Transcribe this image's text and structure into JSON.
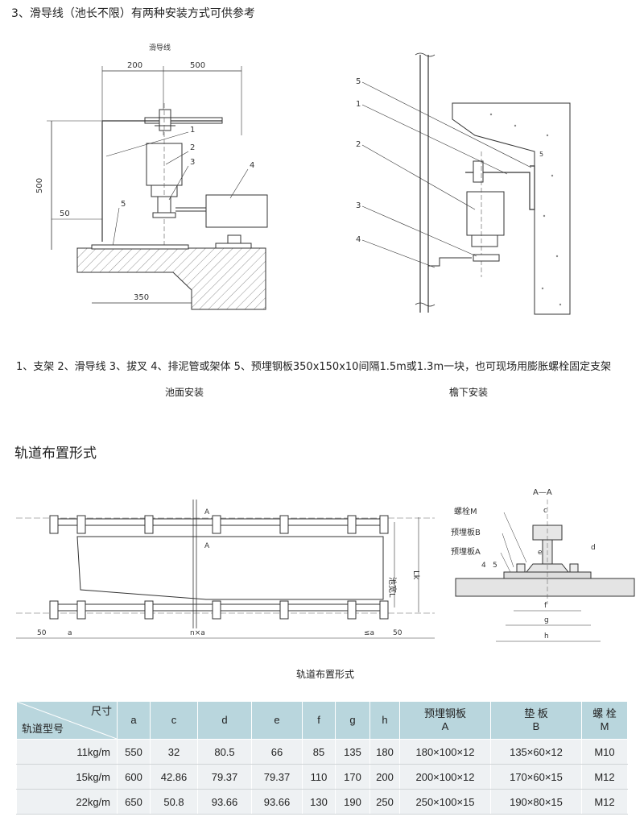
{
  "header": {
    "title": "3、滑导线（池长不限）有两种安装方式可供参考"
  },
  "fig_pool": {
    "top_label": "滑导线",
    "dims": {
      "d200": "200",
      "d500": "500",
      "v500": "500",
      "d50": "50",
      "d350": "350"
    },
    "callouts": [
      "1",
      "2",
      "3",
      "4",
      "5"
    ]
  },
  "fig_eave": {
    "callouts": [
      "5",
      "1",
      "2",
      "3",
      "4"
    ],
    "small5": "5"
  },
  "legend": {
    "text": "1、支架 2、滑导线 3、拔叉 4、排泥管或架体 5、预埋钢板350x150x10间隔1.5m或1.3m一块，也可现场用膨胀螺栓固定支架"
  },
  "captions": {
    "pool": "池面安装",
    "eave": "檐下安装"
  },
  "section": {
    "title": "轨道布置形式"
  },
  "track": {
    "label_aa_top": "A",
    "label_aa_bottom": "A",
    "pool_width": "池宽L",
    "lk": "Lk",
    "d50_left": "50",
    "a": "a",
    "nxa": "n×a",
    "le_a": "≤a",
    "d50_right": "50",
    "caption": "轨道布置形式"
  },
  "section_aa": {
    "title": "A—A",
    "bolt": "螺栓M",
    "plate_b": "预埋板B",
    "plate_a": "预埋板A",
    "c": "c",
    "d": "d",
    "e": "e",
    "f": "f",
    "g": "g",
    "h": "h",
    "n45": "4",
    "n5": "5"
  },
  "table": {
    "corner_top": "尺寸",
    "corner_bottom": "轨道型号",
    "headers": [
      "a",
      "c",
      "d",
      "e",
      "f",
      "g",
      "h",
      "预埋钢板\nA",
      "垫 板\nB",
      "螺 栓\nM"
    ],
    "rows": [
      [
        "11kg/m",
        "550",
        "32",
        "80.5",
        "66",
        "85",
        "135",
        "180",
        "180×100×12",
        "135×60×12",
        "M10"
      ],
      [
        "15kg/m",
        "600",
        "42.86",
        "79.37",
        "79.37",
        "110",
        "170",
        "200",
        "200×100×12",
        "170×60×15",
        "M12"
      ],
      [
        "22kg/m",
        "650",
        "50.8",
        "93.66",
        "93.66",
        "130",
        "190",
        "250",
        "250×100×15",
        "190×80×15",
        "M12"
      ]
    ]
  }
}
